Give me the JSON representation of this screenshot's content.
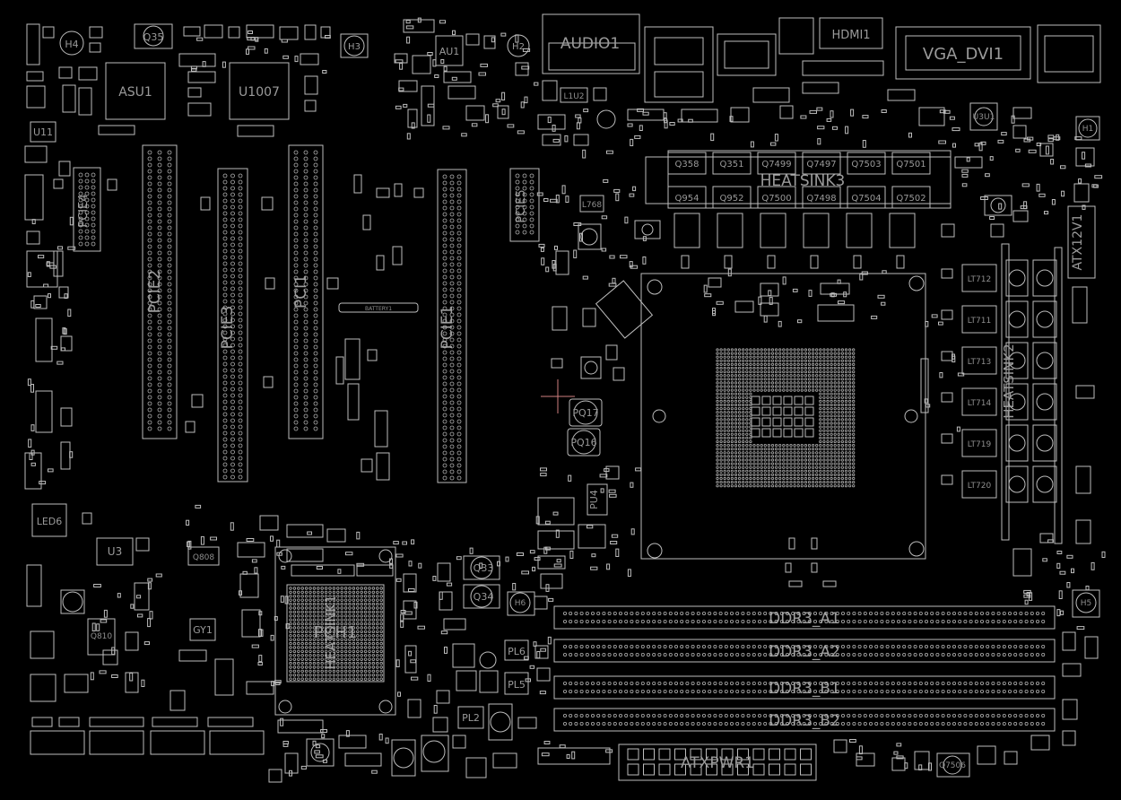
{
  "labels": {
    "h4": "H4",
    "q35": "Q35",
    "asu1": "ASU1",
    "u1007": "U1007",
    "h3": "H3",
    "au1": "AU1",
    "h2": "H2",
    "audio1": "AUDIO1",
    "hdmi1": "HDMI1",
    "vga_dvi1": "VGA_DVI1",
    "u11": "U11",
    "u3u1": "U3U1",
    "h1": "H1",
    "l1u2": "L1U2",
    "pcie4": "PCIE4",
    "pcie2": "PCIE2",
    "pcie3": "PCIE3",
    "pci1": "PCI1",
    "pcie1": "PCIE1",
    "pcie5": "PCIE5",
    "battery1": "BATTERY1",
    "l768": "L768",
    "heatsink3": "HEATSINK3",
    "q358": "Q358",
    "q351": "Q351",
    "q7499": "Q7499",
    "q7497": "Q7497",
    "q7503": "Q7503",
    "q7501": "Q7501",
    "q954": "Q954",
    "q952": "Q952",
    "q7500": "Q7500",
    "q7498": "Q7498",
    "q7504": "Q7504",
    "q7502": "Q7502",
    "atx12v1": "ATX12V1",
    "pq17": "PQ17",
    "pq16": "PQ16",
    "pu4": "PU4",
    "led6": "LED6",
    "u3": "U3",
    "q808": "Q808",
    "gy1": "GY1",
    "pch1": "PCH1",
    "heatsink1": "HEATSINK1",
    "q33": "Q33",
    "q34": "Q34",
    "h6": "H6",
    "h5": "H5",
    "pl6": "PL6",
    "pl5": "PL5",
    "pl2": "PL2",
    "ddr3_a1": "DDR3_A1",
    "ddr3_a2": "DDR3_A2",
    "ddr3_b1": "DDR3_B1",
    "ddr3_b2": "DDR3_B2",
    "atxpwr1": "ATXPWR1",
    "q7506": "Q7506",
    "heatsink2": "HEATSINK2",
    "lt712": "LT712",
    "lt711": "LT711",
    "lt713": "LT713",
    "lt714": "LT714",
    "lt719": "LT719",
    "lt720": "LT720"
  }
}
